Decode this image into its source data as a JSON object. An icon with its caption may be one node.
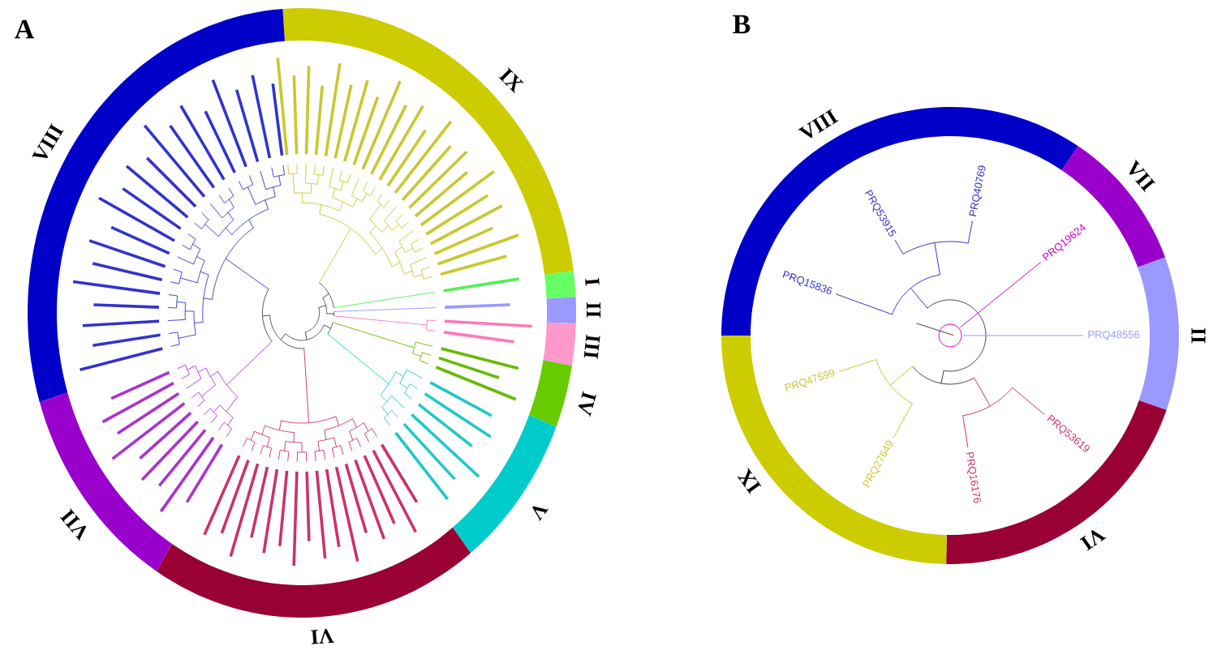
{
  "diagram": {
    "labels": [
      "A",
      "VIII",
      "IX",
      "I",
      "II",
      "III",
      "IV",
      "V",
      "VI",
      "VII",
      "B",
      "VIII",
      "VII",
      "II",
      "VI",
      "IX",
      "PRQ53915",
      "PRQ40769",
      "PRQ19624",
      "PRQ15836",
      "PRQ48556",
      "PRQ47599",
      "PRQ53619",
      "PRQ27649",
      "PRQ16176"
    ]
  }
}
